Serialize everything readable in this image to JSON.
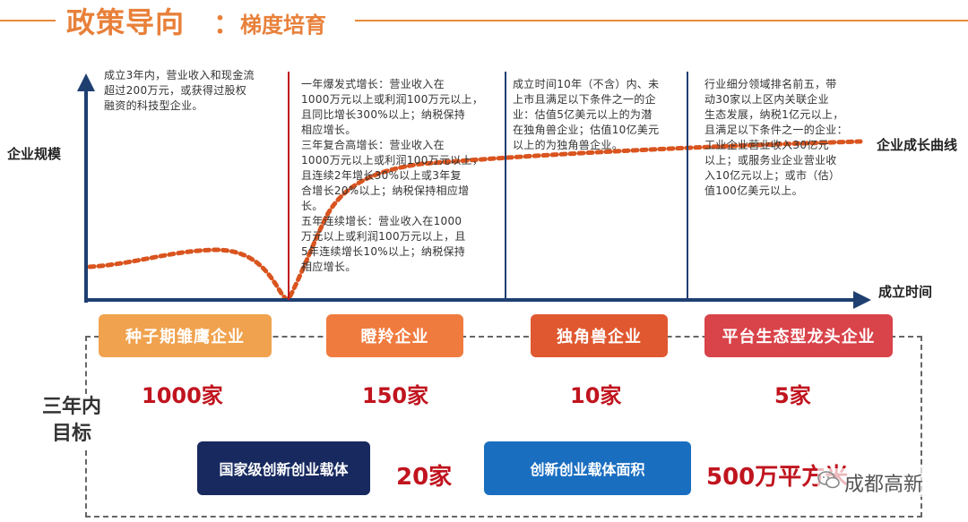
{
  "header": {
    "title": "政策导向",
    "colon": "：",
    "subtitle": "梯度培育"
  },
  "axes": {
    "y_label": "企业规模",
    "x_label": "成立时间",
    "curve_label": "企业成长曲线"
  },
  "stages": [
    {
      "name": "种子期雏鹰企业",
      "count": "1000家",
      "color": "#f0a24e",
      "description": "成立3年内，营业收入和现金流\n超过200万元，或获得过股权\n融资的科技型企业。"
    },
    {
      "name": "瞪羚企业",
      "count": "150家",
      "color": "#f07b3f",
      "description": "一年爆发式增长：营业收入在\n1000万元以上或利润100万元以上，\n且同比增长300%以上；纳税保持\n相应增长。\n三年复合高增长：营业收入在\n1000万元以上或利润100万元以上，\n且连续2年增长30%以上或3年复\n合增长20%以上；纳税保持相应增\n长。\n五年连续增长：营业收入在1000\n万元以上或利润100万元以上，且\n5年连续增长10%以上；纳税保持\n相应增长。"
    },
    {
      "name": "独角兽企业",
      "count": "10家",
      "color": "#e0582f",
      "description": "成立时间10年（不含）内、未\n上市且满足以下条件之一的企\n业：估值5亿美元以上的为潜\n在独角兽企业；估值10亿美元\n以上的为独角兽企业。"
    },
    {
      "name": "平台生态型龙头企业",
      "count": "5家",
      "color": "#d9434a",
      "description": "行业细分领域排名前五，带\n动30家以上区内关联企业\n生态发展，纳税1亿元以上，\n且满足以下条件之一的企业：\n工业企业营业收入30亿元\n以上；或服务业企业营业收\n入10亿元以上；或市（估）\n值100亿美元以上。"
    }
  ],
  "goals": {
    "label": "三年内目标",
    "carriers": [
      {
        "name": "国家级创新创业载体",
        "value": "20家",
        "color": "#17295f"
      },
      {
        "name": "创新创业载体面积",
        "value": "500万平方米",
        "color": "#1a6ec0"
      }
    ]
  },
  "watermark": "成都高新"
}
